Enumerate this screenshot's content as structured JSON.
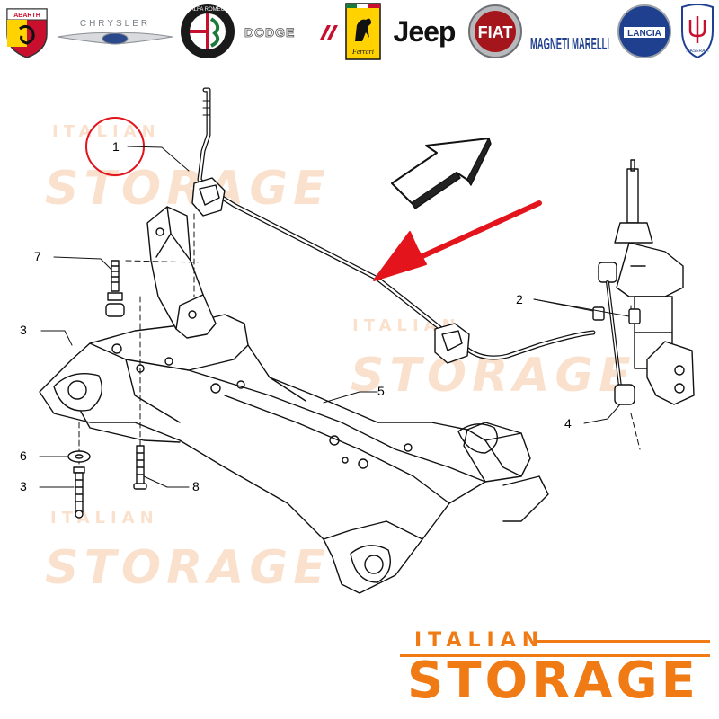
{
  "brands": [
    {
      "name": "ABARTH",
      "icon": "abarth-scorpion-icon"
    },
    {
      "name": "CHRYSLER",
      "icon": "chrysler-wings-icon"
    },
    {
      "name": "ALFA ROMEO",
      "icon": "alfa-romeo-badge-icon"
    },
    {
      "name": "DODGE",
      "icon": "dodge-stripes-icon"
    },
    {
      "name": "Ferrari",
      "icon": "ferrari-horse-icon"
    },
    {
      "name": "Jeep",
      "icon": "jeep-wordmark"
    },
    {
      "name": "FIAT",
      "icon": "fiat-badge-icon"
    },
    {
      "name": "MAGNETI MARELLI",
      "icon": "magneti-marelli-wordmark"
    },
    {
      "name": "LANCIA",
      "icon": "lancia-badge-icon"
    },
    {
      "name": "MASERATI",
      "icon": "maserati-trident-icon"
    }
  ],
  "colors": {
    "brand_orange": "#f07a14",
    "watermark": "#f7c9a5",
    "arrow_red": "#e3141b",
    "highlight_circle": "#e3141b",
    "line_art": "#000000"
  },
  "callouts": {
    "c1": "1",
    "c2": "2",
    "c3a": "3",
    "c3b": "3",
    "c4": "4",
    "c5": "5",
    "c6": "6",
    "c7": "7",
    "c8": "8"
  },
  "watermark": {
    "small": "ITALIAN",
    "big": "STORAGE"
  },
  "footer": {
    "small": "ITALIAN",
    "big": "STORAGE"
  }
}
